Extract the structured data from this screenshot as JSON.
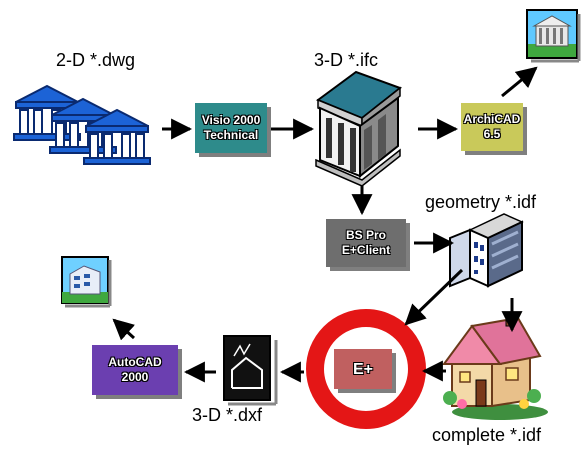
{
  "labels": {
    "dwg": "2-D *.dwg",
    "ifc": "3-D *.ifc",
    "geometry_idf": "geometry *.idf",
    "dxf": "3-D *.dxf",
    "complete_idf": "complete *.idf"
  },
  "boxes": {
    "visio": [
      "Visio 2000",
      "Technical"
    ],
    "archicad": [
      "ArchiCAD",
      "6.5"
    ],
    "bspro": [
      "BS Pro",
      "E+Client"
    ],
    "eplus": "E+",
    "autocad": [
      "AutoCAD",
      "2000"
    ]
  },
  "colors": {
    "visio_bg": "#2e8b8b",
    "archicad_bg": "#c9c95a",
    "bspro_bg": "#6e6e6e",
    "eplus_bg": "#c06060",
    "eplus_ring": "#e41616",
    "autocad_bg": "#6b3fb0",
    "building_blue": "#1c63d6"
  }
}
